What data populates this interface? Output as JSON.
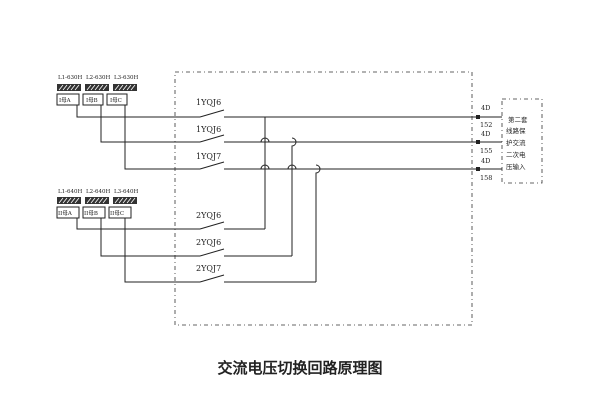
{
  "title": "交流电压切换回路原理图",
  "group1": {
    "bus_labels": [
      "L1-630H",
      "L2-630H",
      "L3-630H"
    ],
    "phase_labels": [
      "I母A",
      "I母B",
      "I母C"
    ]
  },
  "group2": {
    "bus_labels": [
      "L1-640H",
      "L2-640H",
      "L3-640H"
    ],
    "phase_labels": [
      "II母A",
      "II母B",
      "II母C"
    ]
  },
  "contacts_top": [
    "1YQJ6",
    "1YQJ6",
    "1YQJ7"
  ],
  "contacts_bottom": [
    "2YQJ6",
    "2YQJ6",
    "2YQJ7"
  ],
  "terminals": [
    {
      "block": "4D",
      "num": "152"
    },
    {
      "block": "4D",
      "num": "155"
    },
    {
      "block": "4D",
      "num": "158"
    }
  ],
  "output_box_lines": [
    "第二套",
    "线路保",
    "护交流",
    "二次电",
    "压输入"
  ]
}
